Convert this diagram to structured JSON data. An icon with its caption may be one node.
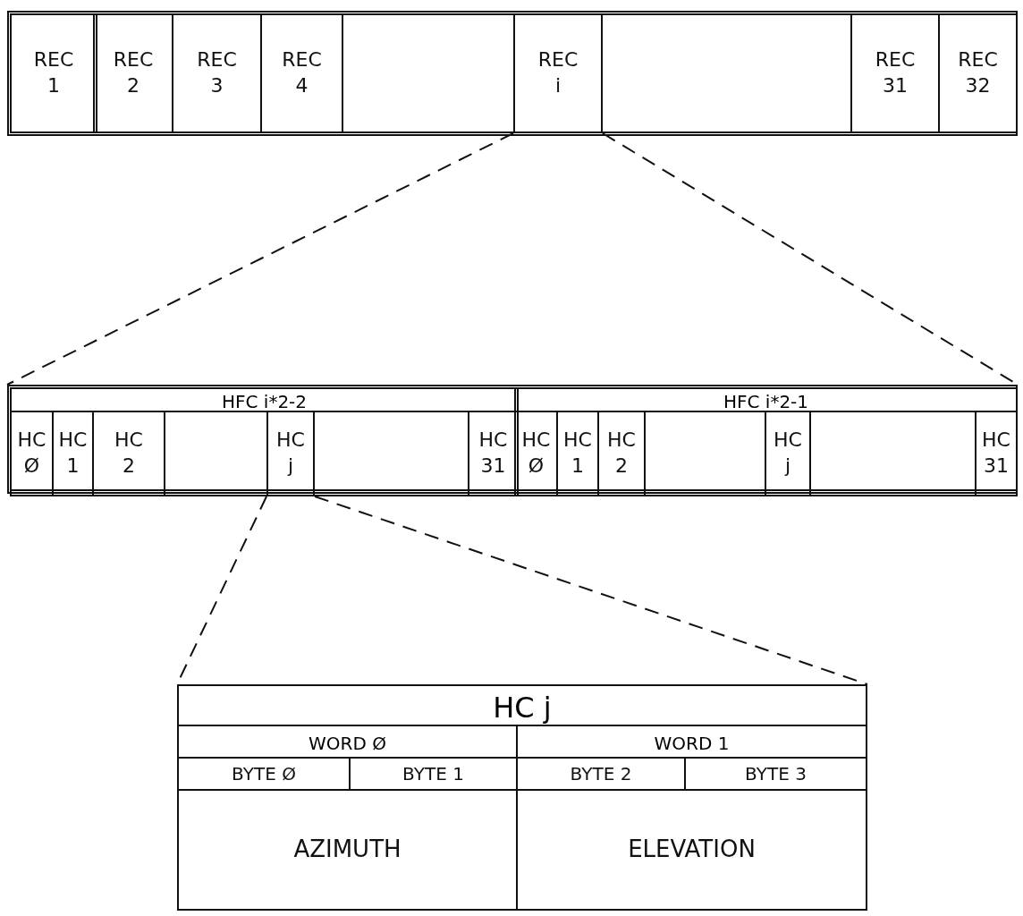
{
  "diagram": {
    "nodes": [
      {
        "text": [],
        "shape": "box"
      },
      {
        "text": [
          "REC 1"
        ],
        "in": 0
      },
      {
        "text": [
          "REC 2"
        ],
        "in": 0
      },
      {
        "text": [
          "REC 3"
        ],
        "in": 0
      },
      {
        "text": [
          "REC 4"
        ],
        "in": 0
      },
      {
        "text": [],
        "shape": "box",
        "in": 0
      },
      {
        "text": [
          "REC i"
        ],
        "in": 0
      },
      {
        "text": [],
        "shape": "box",
        "in": 0
      },
      {
        "text": [
          "REC 31"
        ],
        "in": 0
      },
      {
        "text": [
          "REC 32"
        ],
        "in": 0
      },
      {
        "text": [],
        "shape": "box"
      },
      {
        "text": [
          "HFC i*2-2"
        ],
        "in": 10
      },
      {
        "text": [
          "HC Ø"
        ],
        "in": 11
      },
      {
        "text": [
          "HC 1"
        ],
        "in": 11
      },
      {
        "text": [
          "HC 2"
        ],
        "in": 11
      },
      {
        "text": [],
        "shape": "box",
        "in": 11
      },
      {
        "text": [
          "HC j"
        ],
        "in": 11
      },
      {
        "text": [],
        "shape": "box",
        "in": 11
      },
      {
        "text": [
          "HC 31"
        ],
        "in": 11
      },
      {
        "text": [
          "HFC i*2-1"
        ],
        "in": 10
      },
      {
        "text": [
          "HC Ø"
        ],
        "in": 19
      },
      {
        "text": [
          "HC 1"
        ],
        "in": 19
      },
      {
        "text": [
          "HC 2"
        ],
        "in": 19
      },
      {
        "text": [],
        "shape": "box",
        "in": 19
      },
      {
        "text": [
          "HC j"
        ],
        "in": 19
      },
      {
        "text": [],
        "shape": "box",
        "in": 19
      },
      {
        "text": [
          "HC 31"
        ],
        "in": 19
      },
      {
        "text": [
          "HC j"
        ]
      },
      {
        "text": [
          "WORD Ø"
        ],
        "in": 27
      },
      {
        "text": [
          "BYTE Ø"
        ],
        "in": 28
      },
      {
        "text": [
          "BYTE 1"
        ],
        "in": 28
      },
      {
        "text": [
          "AZIMUTH"
        ],
        "in": 28
      },
      {
        "text": [
          "WORD 1"
        ],
        "in": 27
      },
      {
        "text": [
          "BYTE 2"
        ],
        "in": 32
      },
      {
        "text": [
          "BYTE 3"
        ],
        "in": 32
      },
      {
        "text": [
          "ELEVATION"
        ],
        "in": 32
      }
    ],
    "edges": [
      {
        "from": 6,
        "to": 10,
        "arrow": "none",
        "style": "dashed"
      },
      {
        "from": 6,
        "to": 10,
        "arrow": "none",
        "style": "dashed"
      },
      {
        "from": 16,
        "to": 27,
        "arrow": "none",
        "style": "dashed"
      },
      {
        "from": 16,
        "to": 27,
        "arrow": "none",
        "style": "dashed"
      }
    ]
  }
}
